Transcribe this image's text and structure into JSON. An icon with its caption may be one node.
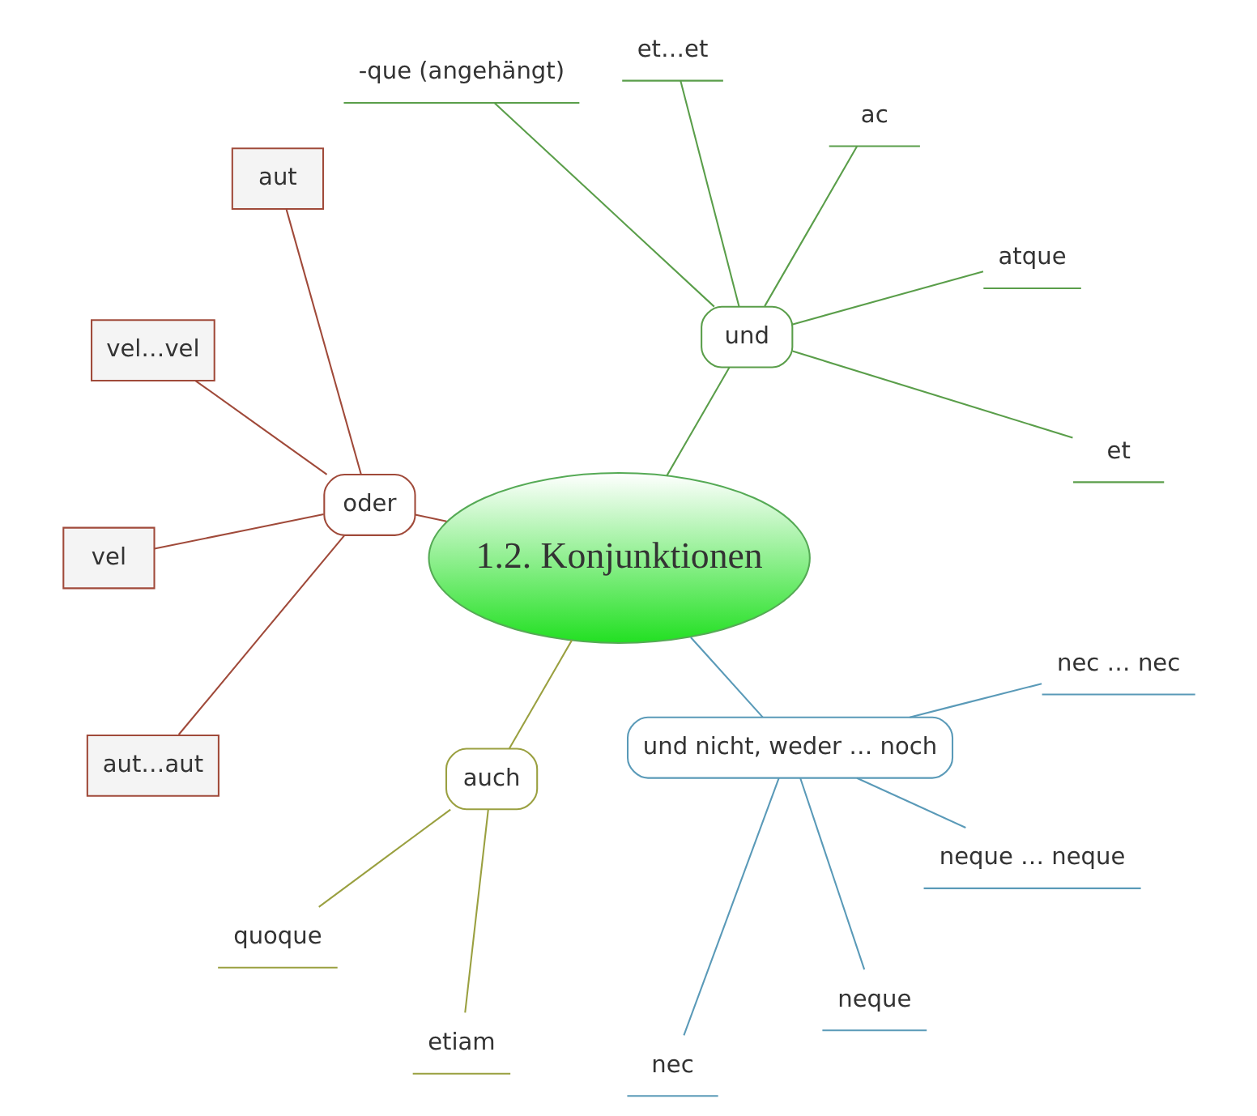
{
  "diagram": {
    "nodes": [
      {
        "text": [
          "1.2. Konjunktionen"
        ]
      },
      {
        "text": [
          "und"
        ]
      },
      {
        "text": [
          "et"
        ]
      },
      {
        "text": [
          "atque"
        ]
      },
      {
        "text": [
          "ac"
        ]
      },
      {
        "text": [
          "et…et"
        ]
      },
      {
        "text": [
          "-que (angehängt)"
        ]
      },
      {
        "text": [
          "oder"
        ]
      },
      {
        "text": [
          "aut"
        ]
      },
      {
        "text": [
          "vel…vel"
        ]
      },
      {
        "text": [
          "vel"
        ]
      },
      {
        "text": [
          "aut…aut"
        ]
      },
      {
        "text": [
          "auch"
        ]
      },
      {
        "text": [
          "quoque"
        ]
      },
      {
        "text": [
          "etiam"
        ]
      },
      {
        "text": [
          "und nicht, weder … noch"
        ]
      },
      {
        "text": [
          "nec"
        ]
      },
      {
        "text": [
          "neque"
        ]
      },
      {
        "text": [
          "neque … neque"
        ]
      },
      {
        "text": [
          "nec … nec"
        ]
      }
    ],
    "edges": [
      {
        "from": 0,
        "to": 1,
        "arrow": "none",
        "color": "#5a9e4a"
      },
      {
        "from": 1,
        "to": 2,
        "arrow": "none",
        "color": "#5a9e4a"
      },
      {
        "from": 1,
        "to": 3,
        "arrow": "none",
        "color": "#5a9e4a"
      },
      {
        "from": 1,
        "to": 4,
        "arrow": "none",
        "color": "#5a9e4a"
      },
      {
        "from": 1,
        "to": 5,
        "arrow": "none",
        "color": "#5a9e4a"
      },
      {
        "from": 1,
        "to": 6,
        "arrow": "none",
        "color": "#5a9e4a"
      },
      {
        "from": 0,
        "to": 7,
        "arrow": "none",
        "color": "#a04a3a"
      },
      {
        "from": 7,
        "to": 8,
        "arrow": "none",
        "color": "#a04a3a"
      },
      {
        "from": 7,
        "to": 9,
        "arrow": "none",
        "color": "#a04a3a"
      },
      {
        "from": 7,
        "to": 10,
        "arrow": "none",
        "color": "#a04a3a"
      },
      {
        "from": 7,
        "to": 11,
        "arrow": "none",
        "color": "#a04a3a"
      },
      {
        "from": 0,
        "to": 12,
        "arrow": "none",
        "color": "#9aa040"
      },
      {
        "from": 12,
        "to": 13,
        "arrow": "none",
        "color": "#9aa040"
      },
      {
        "from": 12,
        "to": 14,
        "arrow": "none",
        "color": "#9aa040"
      },
      {
        "from": 0,
        "to": 15,
        "arrow": "none",
        "color": "#5a9ab8"
      },
      {
        "from": 15,
        "to": 16,
        "arrow": "none",
        "color": "#5a9ab8"
      },
      {
        "from": 15,
        "to": 17,
        "arrow": "none",
        "color": "#5a9ab8"
      },
      {
        "from": 15,
        "to": 18,
        "arrow": "none",
        "color": "#5a9ab8"
      },
      {
        "from": 15,
        "to": 19,
        "arrow": "none",
        "color": "#5a9ab8"
      }
    ]
  }
}
